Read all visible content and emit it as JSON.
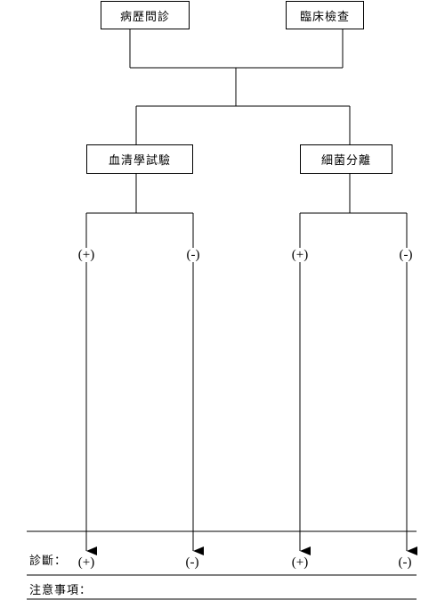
{
  "boxes": {
    "history": "病歷問診",
    "clinical": "臨床檢查",
    "serology": "血清學試驗",
    "bacteria": "細菌分離"
  },
  "results": {
    "serology_positive": "(+)",
    "serology_negative": "(-)",
    "bacteria_positive": "(+)",
    "bacteria_negative": "(-)"
  },
  "form": {
    "diagnosis_label": "診斷：",
    "notes_label": "注意事項：",
    "diag_serology_positive": "(+)",
    "diag_serology_negative": "(-)",
    "diag_bacteria_positive": "(+)",
    "diag_bacteria_negative": "(-)"
  }
}
